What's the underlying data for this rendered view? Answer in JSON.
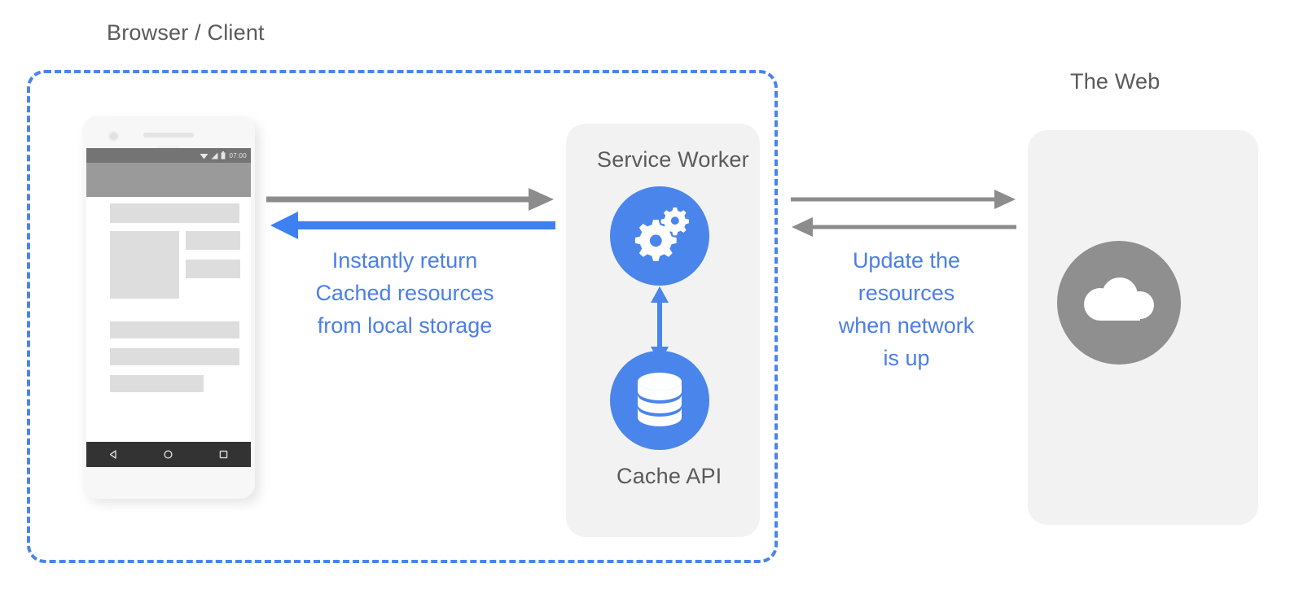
{
  "diagram": {
    "title_client": "Browser / Client",
    "title_web": "The Web",
    "service_worker_label": "Service Worker",
    "cache_api_label": "Cache API",
    "annotation_left": {
      "line1": "Instantly return",
      "line2": "Cached resources",
      "line3": "from local storage"
    },
    "annotation_right": {
      "line1": "Update the",
      "line2": "resources",
      "line3": "when network",
      "line4": "is up"
    },
    "colors": {
      "blue": "#4285f4",
      "blue_dash": "#4a83ef",
      "blue_text": "#4c7ee8",
      "gray_arrow": "#8c8c8c",
      "gray_text": "#5a5a5a",
      "card_bg": "#f2f2f2",
      "cloud_circle": "#8f8f8f"
    }
  },
  "phone": {
    "status_time": "07:00",
    "status_icons": [
      "wifi-icon",
      "signal-icon",
      "battery-icon"
    ],
    "nav_icons": [
      "back-icon",
      "home-icon",
      "recents-icon"
    ]
  },
  "icons": {
    "service_worker": "gears-icon",
    "cache": "database-icon",
    "web": "cloud-icon"
  },
  "arrows": [
    {
      "name": "phone-to-sw-request",
      "direction": "right",
      "color": "gray"
    },
    {
      "name": "sw-to-phone-response",
      "direction": "left",
      "color": "blue"
    },
    {
      "name": "sw-to-web-request",
      "direction": "right",
      "color": "gray"
    },
    {
      "name": "web-to-sw-response",
      "direction": "left",
      "color": "gray"
    },
    {
      "name": "sw-cache-bidirectional",
      "direction": "updown",
      "color": "blue"
    }
  ]
}
